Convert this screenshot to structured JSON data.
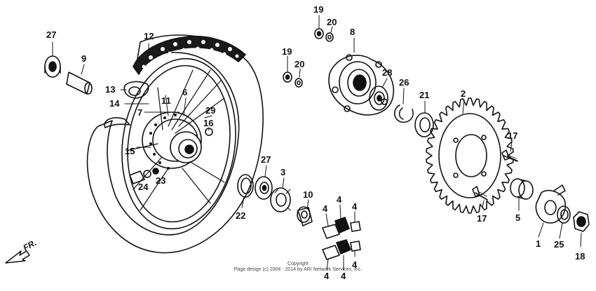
{
  "direction_label": "FR.",
  "copyright": {
    "line1": "Copyright",
    "line2": "Page design (c) 2004 - 2014 by ARI Network Services, Inc."
  },
  "callouts": [
    "27",
    "12",
    "9",
    "13",
    "14",
    "11",
    "6",
    "7",
    "29",
    "16",
    "15",
    "24",
    "23",
    "19",
    "20",
    "19",
    "20",
    "8",
    "28",
    "26",
    "21",
    "2",
    "17",
    "27",
    "3",
    "22",
    "10",
    "4",
    "4",
    "4",
    "4",
    "4",
    "4",
    "17",
    "5",
    "1",
    "25",
    "18"
  ],
  "colors": {
    "line": "#111111",
    "tire": "#1a1a1a",
    "fill": "#ffffff"
  }
}
